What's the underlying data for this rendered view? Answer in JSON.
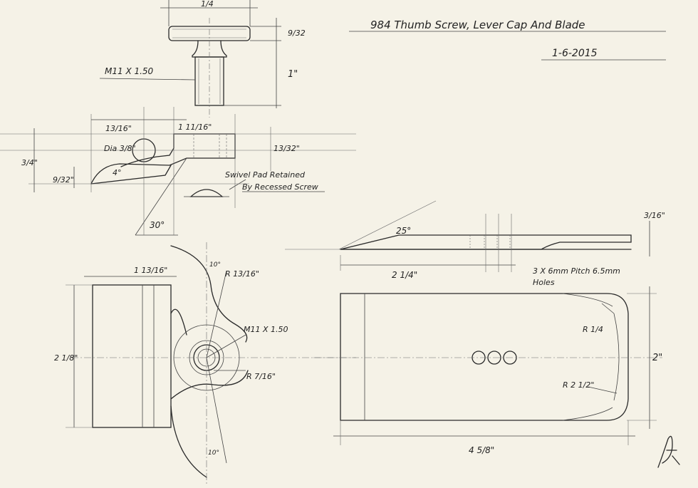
{
  "drawing": {
    "title": "984 Thumb Screw, Lever Cap And Blade",
    "date": "1-6-2015",
    "signature": "ER"
  },
  "thumb_screw": {
    "dim_head_width": "1/4",
    "dim_head_thickness": "9/32",
    "dim_length": "1\"",
    "thread_label": "M11 X 1.50"
  },
  "lever_cap_side": {
    "dim_front": "13/16\"",
    "dim_top": "1 11/16\"",
    "dim_hole": "Dia 3/8\"",
    "dim_height_right": "13/32\"",
    "dim_height_left": "3/4\"",
    "dim_tip": "9/32\"",
    "angle_front": "4°",
    "angle_bottom": "30°",
    "note_line1": "Swivel Pad Retained",
    "note_line2": "By Recessed Screw"
  },
  "lever_cap_top": {
    "dim_width": "1 13/16\"",
    "dim_height": "2 1/8\"",
    "dim_radius_1": "R 13/16\"",
    "dim_radius_2": "R 7/16\"",
    "angle_top": "10°",
    "angle_bottom": "10°",
    "thread_label": "M11 X 1.50"
  },
  "blade": {
    "angle_bevel": "25°",
    "dim_thickness": "3/16\"",
    "dim_hole_offset": "2 1/4\"",
    "holes_note_line1": "3 X 6mm Pitch 6.5mm",
    "holes_note_line2": "Holes",
    "dim_corner_radius": "R 1/4",
    "dim_edge_radius": "R 2 1/2\"",
    "dim_width": "2\"",
    "dim_length": "4 5/8\""
  }
}
